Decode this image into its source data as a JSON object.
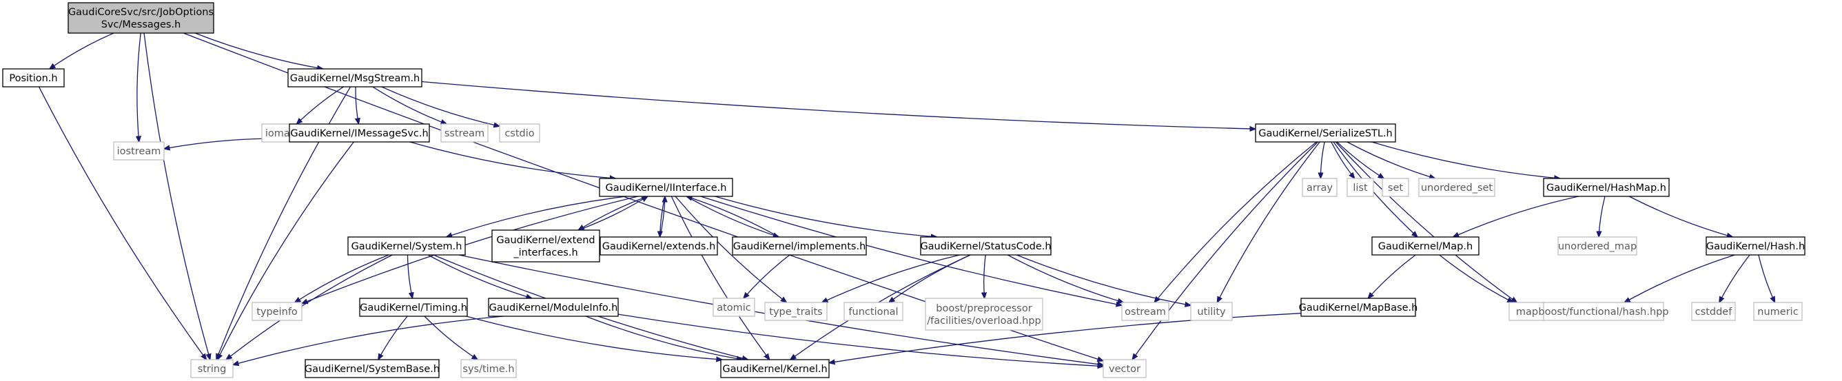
{
  "nodes": [
    {
      "id": "messages",
      "lines": [
        "GaudiCoreSvc/src/JobOptions",
        "Svc/Messages.h"
      ],
      "kind": "root"
    },
    {
      "id": "position",
      "lines": [
        "Position.h"
      ],
      "kind": "file"
    },
    {
      "id": "msgstream",
      "lines": [
        "GaudiKernel/MsgStream.h"
      ],
      "kind": "file"
    },
    {
      "id": "iostream",
      "lines": [
        "iostream"
      ],
      "kind": "system"
    },
    {
      "id": "string",
      "lines": [
        "string"
      ],
      "kind": "system"
    },
    {
      "id": "vector",
      "lines": [
        "vector"
      ],
      "kind": "system"
    },
    {
      "id": "iomanip",
      "lines": [
        "iomanip"
      ],
      "kind": "system"
    },
    {
      "id": "imessagesvc",
      "lines": [
        "GaudiKernel/IMessageSvc.h"
      ],
      "kind": "file"
    },
    {
      "id": "sstream",
      "lines": [
        "sstream"
      ],
      "kind": "system"
    },
    {
      "id": "cstdio",
      "lines": [
        "cstdio"
      ],
      "kind": "system"
    },
    {
      "id": "serializestl",
      "lines": [
        "GaudiKernel/SerializeSTL.h"
      ],
      "kind": "file"
    },
    {
      "id": "iinterface",
      "lines": [
        "GaudiKernel/IInterface.h"
      ],
      "kind": "file"
    },
    {
      "id": "system",
      "lines": [
        "GaudiKernel/System.h"
      ],
      "kind": "file"
    },
    {
      "id": "extend_interfaces",
      "lines": [
        "GaudiKernel/extend",
        "_interfaces.h"
      ],
      "kind": "file"
    },
    {
      "id": "extends",
      "lines": [
        "GaudiKernel/extends.h"
      ],
      "kind": "file"
    },
    {
      "id": "implements",
      "lines": [
        "GaudiKernel/implements.h"
      ],
      "kind": "file"
    },
    {
      "id": "statuscode",
      "lines": [
        "GaudiKernel/StatusCode.h"
      ],
      "kind": "file"
    },
    {
      "id": "typeinfo",
      "lines": [
        "typeinfo"
      ],
      "kind": "system"
    },
    {
      "id": "timing",
      "lines": [
        "GaudiKernel/Timing.h"
      ],
      "kind": "file"
    },
    {
      "id": "moduleinfo",
      "lines": [
        "GaudiKernel/ModuleInfo.h"
      ],
      "kind": "file"
    },
    {
      "id": "atomic",
      "lines": [
        "atomic"
      ],
      "kind": "system"
    },
    {
      "id": "type_traits",
      "lines": [
        "type_traits"
      ],
      "kind": "system"
    },
    {
      "id": "functional",
      "lines": [
        "functional"
      ],
      "kind": "system"
    },
    {
      "id": "overload",
      "lines": [
        "boost/preprocessor",
        "/facilities/overload.hpp"
      ],
      "kind": "system"
    },
    {
      "id": "ostream",
      "lines": [
        "ostream"
      ],
      "kind": "system"
    },
    {
      "id": "utility",
      "lines": [
        "utility"
      ],
      "kind": "system"
    },
    {
      "id": "kernel",
      "lines": [
        "GaudiKernel/Kernel.h"
      ],
      "kind": "file"
    },
    {
      "id": "systembase",
      "lines": [
        "GaudiKernel/SystemBase.h"
      ],
      "kind": "file"
    },
    {
      "id": "systime",
      "lines": [
        "sys/time.h"
      ],
      "kind": "system"
    },
    {
      "id": "array",
      "lines": [
        "array"
      ],
      "kind": "system"
    },
    {
      "id": "list",
      "lines": [
        "list"
      ],
      "kind": "system"
    },
    {
      "id": "set",
      "lines": [
        "set"
      ],
      "kind": "system"
    },
    {
      "id": "unordered_set",
      "lines": [
        "unordered_set"
      ],
      "kind": "system"
    },
    {
      "id": "hashmap",
      "lines": [
        "GaudiKernel/HashMap.h"
      ],
      "kind": "file"
    },
    {
      "id": "mapfile",
      "lines": [
        "GaudiKernel/Map.h"
      ],
      "kind": "file"
    },
    {
      "id": "unordered_map",
      "lines": [
        "unordered_map"
      ],
      "kind": "system"
    },
    {
      "id": "hash",
      "lines": [
        "GaudiKernel/Hash.h"
      ],
      "kind": "file"
    },
    {
      "id": "mapbase",
      "lines": [
        "GaudiKernel/MapBase.h"
      ],
      "kind": "file"
    },
    {
      "id": "map",
      "lines": [
        "map"
      ],
      "kind": "system"
    },
    {
      "id": "boosthash",
      "lines": [
        "boost/functional/hash.hpp"
      ],
      "kind": "system"
    },
    {
      "id": "cstddef",
      "lines": [
        "cstddef"
      ],
      "kind": "system"
    },
    {
      "id": "numeric",
      "lines": [
        "numeric"
      ],
      "kind": "system"
    }
  ],
  "edges": [
    [
      "messages",
      "position"
    ],
    [
      "messages",
      "msgstream"
    ],
    [
      "messages",
      "iostream"
    ],
    [
      "messages",
      "string"
    ],
    [
      "messages",
      "vector"
    ],
    [
      "position",
      "string"
    ],
    [
      "msgstream",
      "string"
    ],
    [
      "msgstream",
      "iomanip"
    ],
    [
      "msgstream",
      "imessagesvc"
    ],
    [
      "msgstream",
      "sstream"
    ],
    [
      "msgstream",
      "cstdio"
    ],
    [
      "msgstream",
      "serializestl"
    ],
    [
      "imessagesvc",
      "iostream"
    ],
    [
      "imessagesvc",
      "string"
    ],
    [
      "imessagesvc",
      "iinterface"
    ],
    [
      "iinterface",
      "typeinfo"
    ],
    [
      "iinterface",
      "system"
    ],
    [
      "iinterface",
      "extend_interfaces"
    ],
    [
      "iinterface",
      "extends"
    ],
    [
      "iinterface",
      "implements"
    ],
    [
      "iinterface",
      "statuscode"
    ],
    [
      "iinterface",
      "type_traits"
    ],
    [
      "iinterface",
      "ostream"
    ],
    [
      "iinterface",
      "kernel"
    ],
    [
      "extend_interfaces",
      "iinterface"
    ],
    [
      "extends",
      "iinterface"
    ],
    [
      "implements",
      "iinterface"
    ],
    [
      "implements",
      "atomic"
    ],
    [
      "system",
      "typeinfo"
    ],
    [
      "system",
      "string"
    ],
    [
      "system",
      "timing"
    ],
    [
      "system",
      "moduleinfo"
    ],
    [
      "system",
      "kernel"
    ],
    [
      "system",
      "vector"
    ],
    [
      "timing",
      "kernel"
    ],
    [
      "timing",
      "systembase"
    ],
    [
      "timing",
      "systime"
    ],
    [
      "moduleinfo",
      "string"
    ],
    [
      "moduleinfo",
      "kernel"
    ],
    [
      "moduleinfo",
      "vector"
    ],
    [
      "statuscode",
      "type_traits"
    ],
    [
      "statuscode",
      "functional"
    ],
    [
      "statuscode",
      "overload"
    ],
    [
      "statuscode",
      "ostream"
    ],
    [
      "statuscode",
      "utility"
    ],
    [
      "statuscode",
      "kernel"
    ],
    [
      "serializestl",
      "ostream"
    ],
    [
      "serializestl",
      "utility"
    ],
    [
      "serializestl",
      "vector"
    ],
    [
      "serializestl",
      "array"
    ],
    [
      "serializestl",
      "list"
    ],
    [
      "serializestl",
      "set"
    ],
    [
      "serializestl",
      "unordered_set"
    ],
    [
      "serializestl",
      "mapfile"
    ],
    [
      "serializestl",
      "hashmap"
    ],
    [
      "serializestl",
      "map"
    ],
    [
      "hashmap",
      "mapfile"
    ],
    [
      "hashmap",
      "unordered_map"
    ],
    [
      "hashmap",
      "hash"
    ],
    [
      "mapfile",
      "mapbase"
    ],
    [
      "mapfile",
      "map"
    ],
    [
      "mapbase",
      "kernel"
    ],
    [
      "hash",
      "boosthash"
    ],
    [
      "hash",
      "cstddef"
    ],
    [
      "hash",
      "numeric"
    ]
  ],
  "colors": {
    "edge": "#191970",
    "root_fill": "#bfbfbf",
    "file_border": "#000000",
    "system_border": "#bfbfbf",
    "system_text": "#5c5c5c"
  }
}
